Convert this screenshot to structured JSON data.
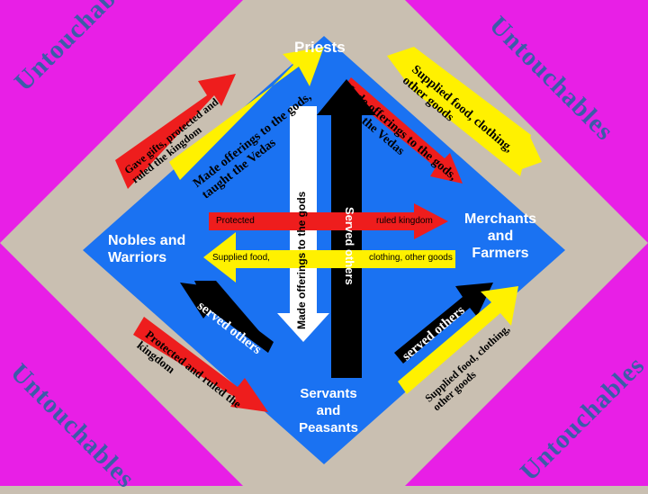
{
  "colors": {
    "background": "#c9bfb1",
    "corner": "#e81fe6",
    "diamond": "#1a72f2",
    "untouchables_text": "#3c5ca8",
    "arrow_red": "#ee1d1d",
    "arrow_yellow": "#fff100",
    "arrow_black": "#000000",
    "arrow_white": "#ffffff"
  },
  "labels": {
    "untouchables": "Untouchables",
    "priests": "Priests",
    "nobles_and_warriors": "Nobles and Warriors",
    "merchants_and_farmers": "Merchants and Farmers",
    "servants_and_peasants": "Servants and Peasants"
  },
  "arrows": {
    "nobles_to_priests": "Gave gifts, protected and ruled the kingdom",
    "priests_to_nobles": "Made offerings to the gods, taught the Vedas",
    "priests_to_merchants": "Made offerings to the gods, taught the Vedas",
    "merchants_to_priests": "Supplied food, clothing, other goods",
    "servants_to_priests": "Made offerings to the gods",
    "priests_to_servants": "Served others",
    "nobles_to_merchants": "ruled kingdom",
    "merchants_to_nobles_top": "Protected",
    "merchants_to_nobles": "Supplied food,",
    "merchants_to_nobles_cont": "clothing, other goods",
    "servants_to_nobles": "served others",
    "nobles_to_servants": "Protected and ruled the kingdom",
    "servants_to_merchants": "served others",
    "merchants_to_servants": "Supplied food, clothing, other goods"
  }
}
